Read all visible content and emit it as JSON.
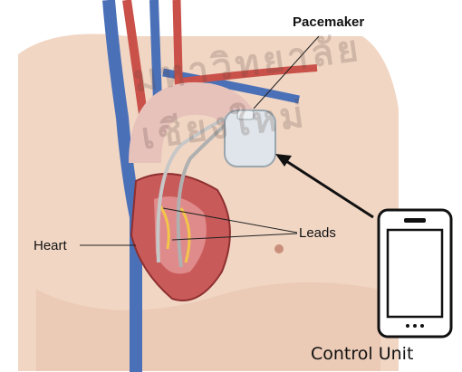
{
  "labels": {
    "pacemaker": "Pacemaker",
    "heart": "Heart",
    "leads": "Leads",
    "control_unit": "Control Unit"
  },
  "watermark": {
    "text": "มหาวิทยาลัยเชียงใหม่"
  },
  "icons": {
    "pacemaker": "pacemaker-device-icon",
    "phone": "smartphone-icon",
    "heart": "heart-anatomy-icon"
  },
  "colors": {
    "skin": "#f1d6c4",
    "artery": "#c9514a",
    "vein": "#4a70b8",
    "device": "#dfe5ea",
    "arrow": "#111111",
    "text": "#111111"
  }
}
